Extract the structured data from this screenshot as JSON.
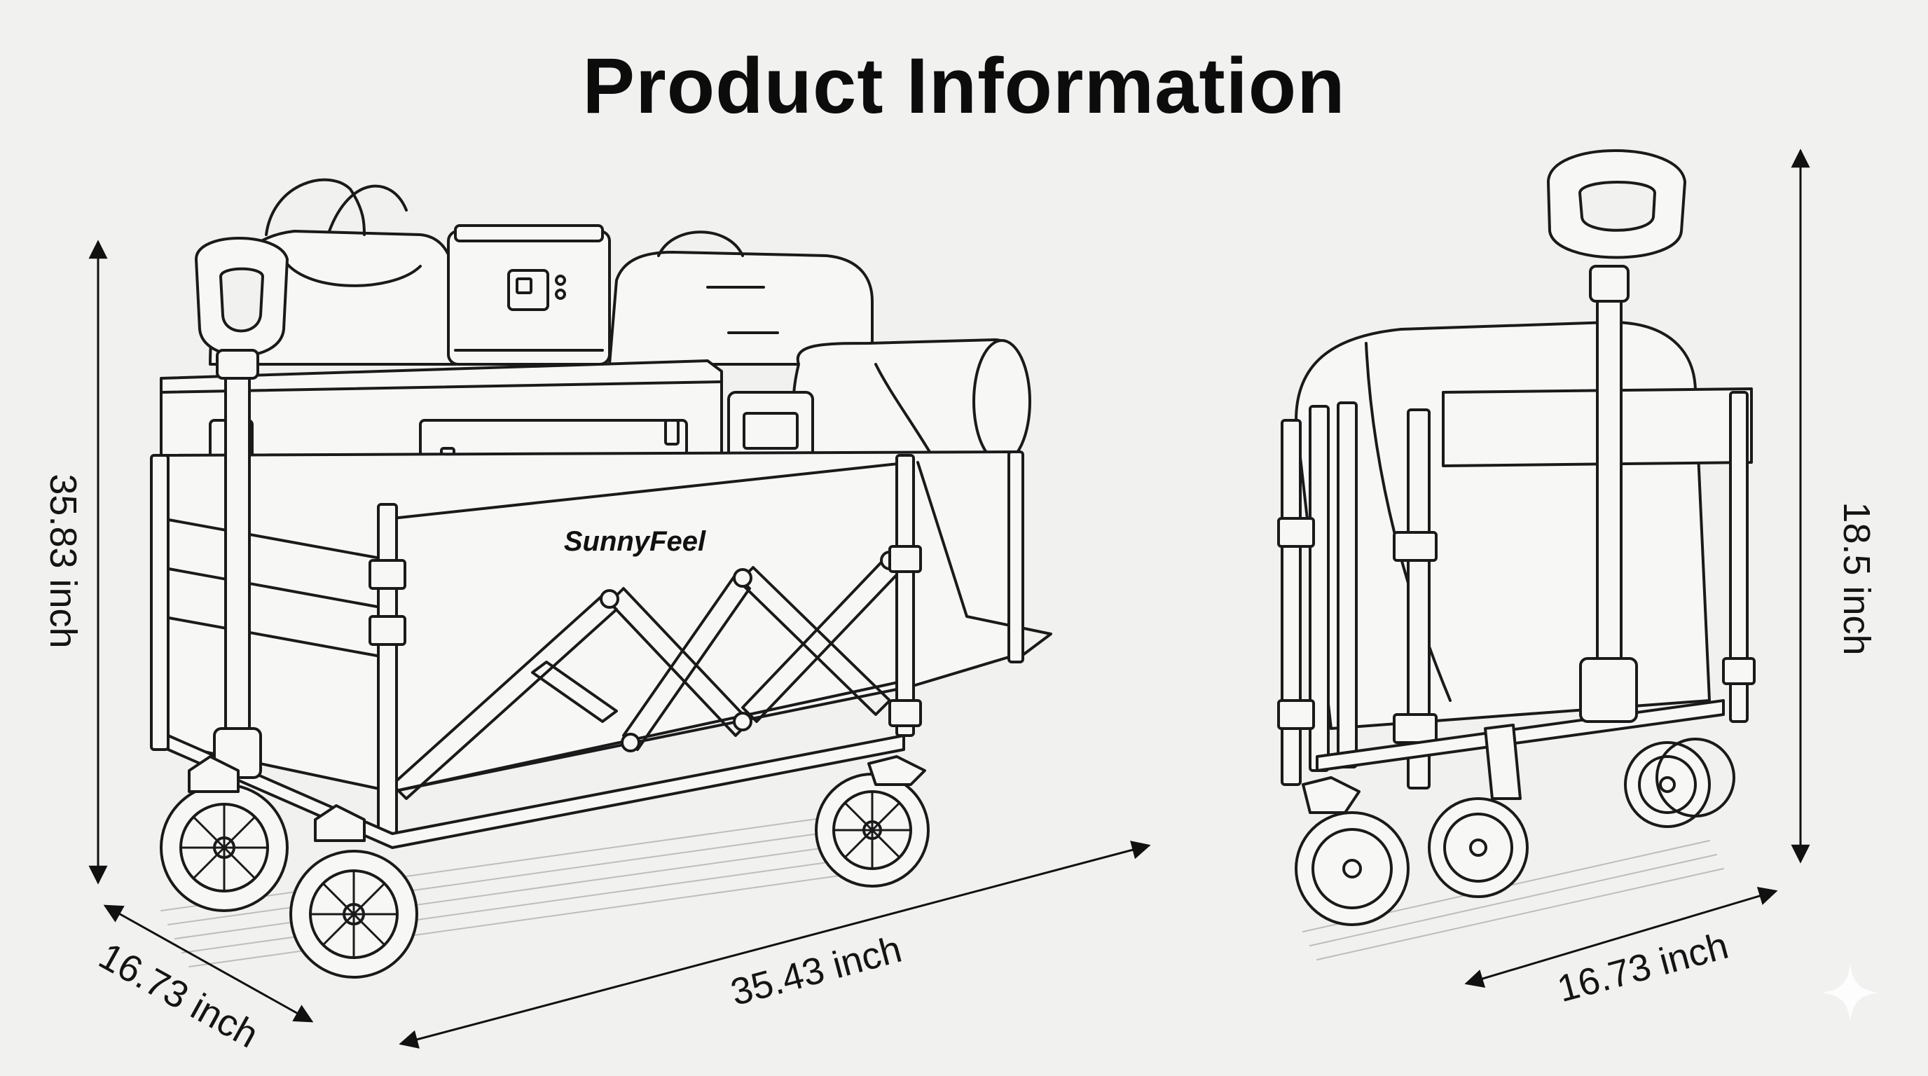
{
  "header": {
    "title": "Product Information"
  },
  "brand": {
    "label": "SunnyFeel"
  },
  "dimensions": {
    "expanded_height": "35.83 inch",
    "expanded_width": "16.73 inch",
    "expanded_length": "35.43 inch",
    "folded_height": "18.5 inch",
    "folded_width": "16.73 inch"
  },
  "colors": {
    "background": "#f1f1f0",
    "line": "#1a1a1a",
    "fill": "#f7f7f6"
  }
}
